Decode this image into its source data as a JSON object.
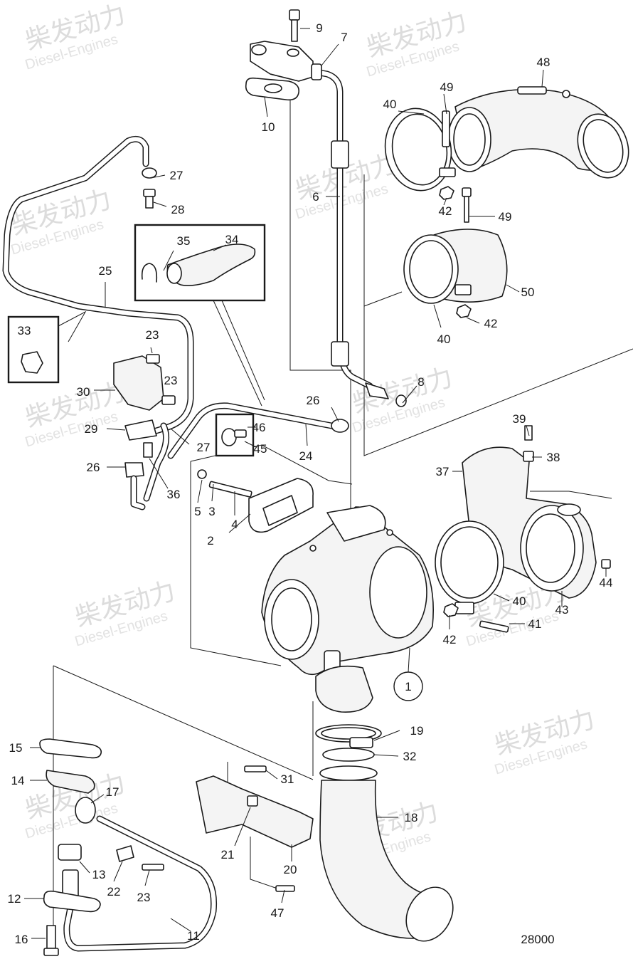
{
  "watermark": {
    "chinese": "柴发动力",
    "english": "Diesel-Engines"
  },
  "drawing_number": "28000",
  "callouts": {
    "c1": "1",
    "c2": "2",
    "c3": "3",
    "c4": "4",
    "c5": "5",
    "c6": "6",
    "c7": "7",
    "c8": "8",
    "c9": "9",
    "c10": "10",
    "c11": "11",
    "c12": "12",
    "c13": "13",
    "c14": "14",
    "c15": "15",
    "c16": "16",
    "c17": "17",
    "c18": "18",
    "c19": "19",
    "c20": "20",
    "c21": "21",
    "c22": "22",
    "c23a": "23",
    "c23b": "23",
    "c23c": "23",
    "c24": "24",
    "c25": "25",
    "c26a": "26",
    "c26b": "26",
    "c27a": "27",
    "c27b": "27",
    "c28": "28",
    "c29": "29",
    "c30": "30",
    "c31": "31",
    "c32": "32",
    "c33": "33",
    "c34": "34",
    "c35": "35",
    "c36": "36",
    "c37": "37",
    "c38": "38",
    "c39": "39",
    "c40a": "40",
    "c40b": "40",
    "c40c": "40",
    "c41": "41",
    "c42a": "42",
    "c42b": "42",
    "c42c": "42",
    "c43": "43",
    "c44": "44",
    "c45": "45",
    "c46": "46",
    "c47": "47",
    "c48": "48",
    "c49a": "49",
    "c49b": "49",
    "c50": "50"
  }
}
